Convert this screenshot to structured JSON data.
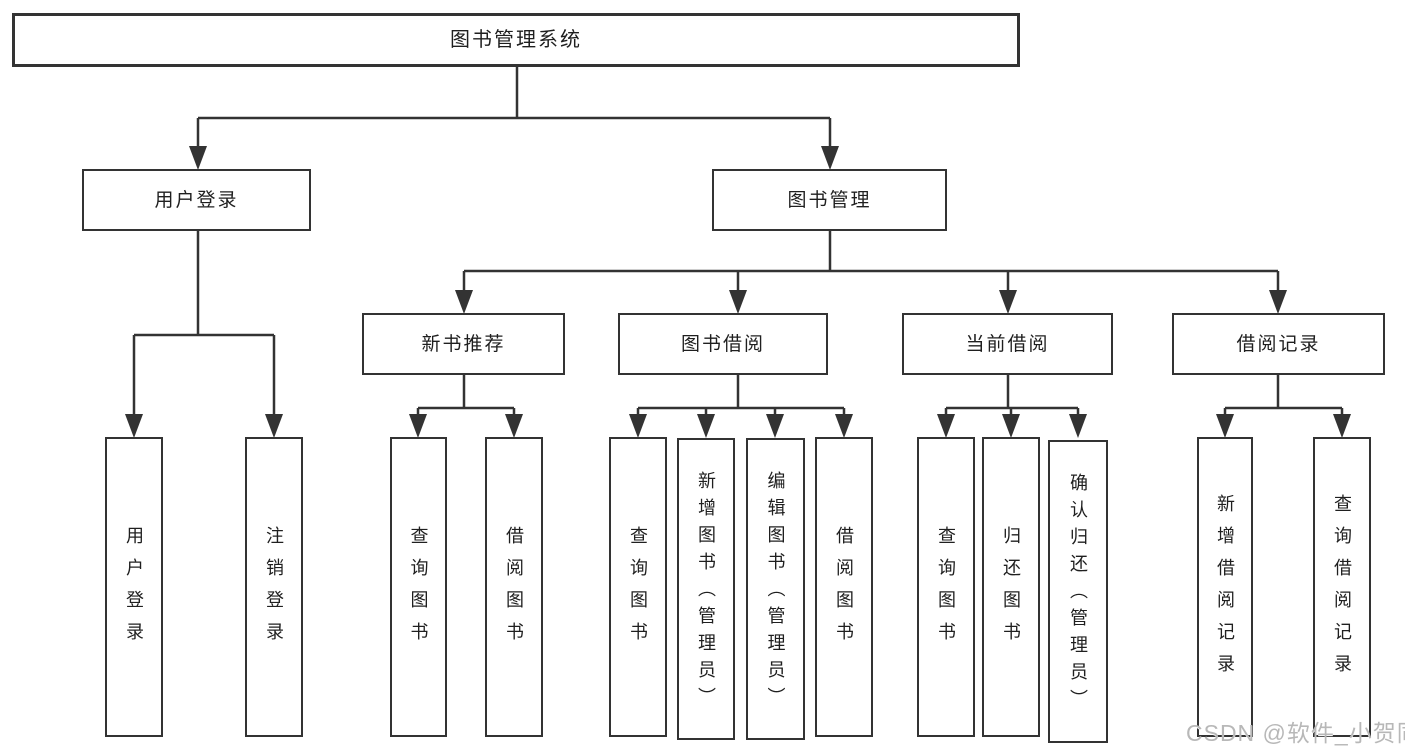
{
  "nodes": {
    "root": "图书管理系统",
    "user_login": "用户登录",
    "book_mgmt": "图书管理",
    "new_book_rec": "新书推荐",
    "book_borrow": "图书借阅",
    "current_borrow": "当前借阅",
    "borrow_records": "借阅记录",
    "ul_login": "用户登录",
    "ul_logout": "注销登录",
    "nr_query_books": "查询图书",
    "nr_borrow_books": "借阅图书",
    "bb_query_books": "查询图书",
    "bb_add_books_admin": "新增图书（管理员）",
    "bb_edit_books_admin": "编辑图书（管理员）",
    "bb_borrow_books": "借阅图书",
    "cb_query_books": "查询图书",
    "cb_return_books": "归还图书",
    "cb_confirm_return_admin": "确认归还（管理员）",
    "br_add_record": "新增借阅记录",
    "br_query_record": "查询借阅记录"
  },
  "hierarchy": {
    "图书管理系统": [
      "用户登录",
      "图书管理"
    ],
    "用户登录": [
      "用户登录",
      "注销登录"
    ],
    "图书管理": [
      "新书推荐",
      "图书借阅",
      "当前借阅",
      "借阅记录"
    ],
    "新书推荐": [
      "查询图书",
      "借阅图书"
    ],
    "图书借阅": [
      "查询图书",
      "新增图书（管理员）",
      "编辑图书（管理员）",
      "借阅图书"
    ],
    "当前借阅": [
      "查询图书",
      "归还图书",
      "确认归还（管理员）"
    ],
    "借阅记录": [
      "新增借阅记录",
      "查询借阅记录"
    ]
  },
  "watermark": "CSDN @软件_小贺同学",
  "colors": {
    "line": "#333333",
    "box_border": "#333333",
    "box_fill": "#ffffff",
    "text": "#1f1f1f",
    "watermark": "#b8b8b8",
    "background": "#ffffff"
  }
}
